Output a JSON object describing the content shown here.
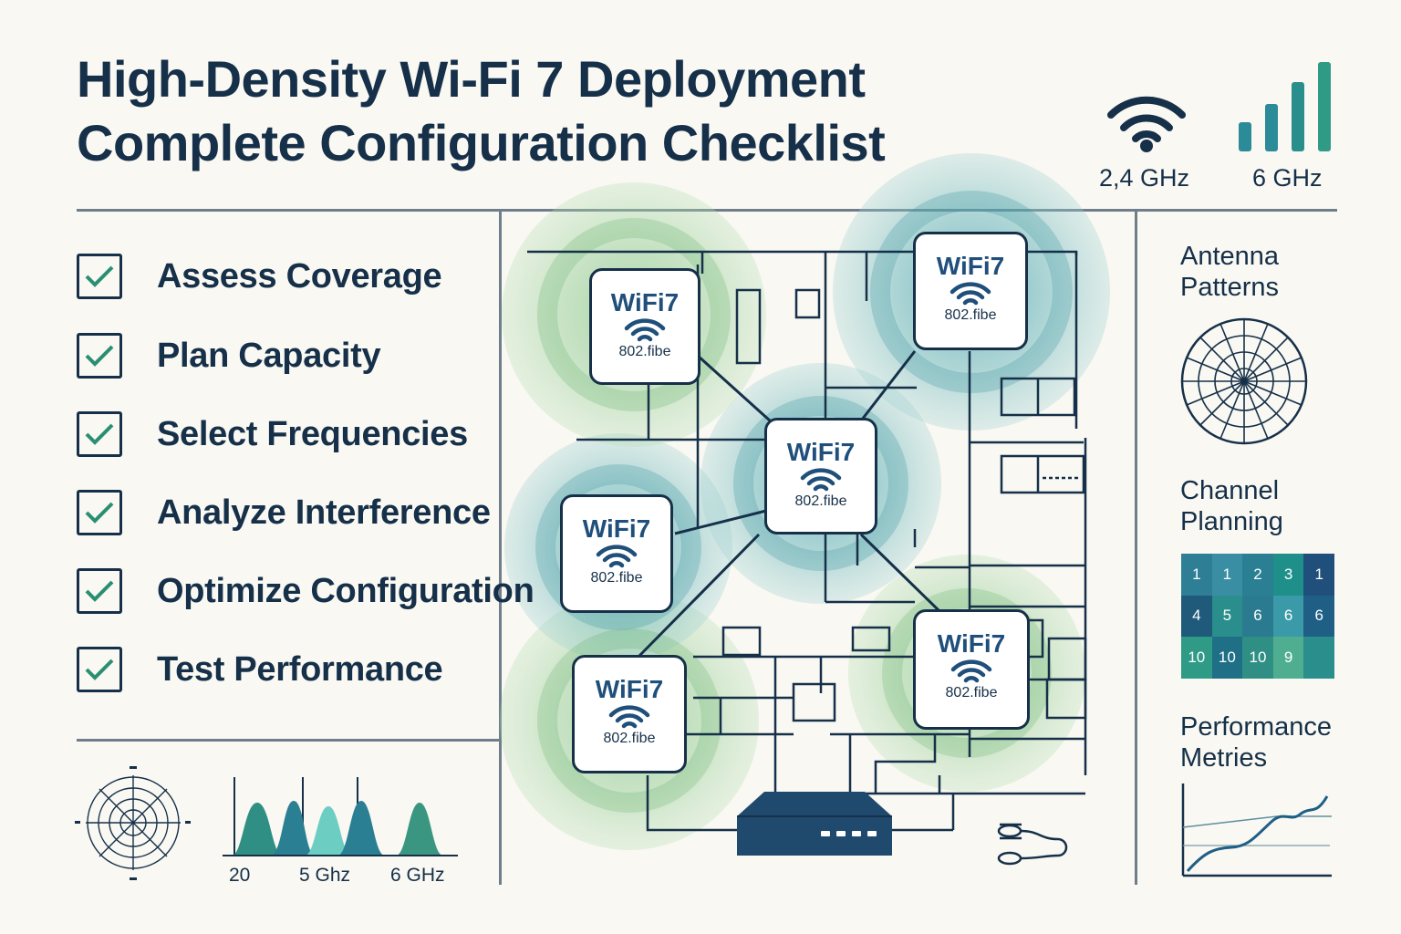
{
  "title": {
    "line1": "High-Density Wi-Fi 7 Deployment",
    "line2": "Complete Configuration Checklist"
  },
  "bands": {
    "left_label": "2,4 GHz",
    "right_label": "6 GHz",
    "left_icon": "wifi-icon",
    "right_icon": "signal-bars-icon"
  },
  "checklist": [
    {
      "label": "Assess Coverage",
      "checked": true
    },
    {
      "label": "Plan Capacity",
      "checked": true
    },
    {
      "label": "Select Frequencies",
      "checked": true
    },
    {
      "label": "Analyze Interference",
      "checked": true
    },
    {
      "label": "Optimize Configuration",
      "checked": true
    },
    {
      "label": "Test Performance",
      "checked": true
    }
  ],
  "spectrum": {
    "labels": [
      "20",
      "5 Ghz",
      "6 GHz"
    ]
  },
  "access_points": [
    {
      "name": "WiFi7",
      "standard": "802.fibe"
    },
    {
      "name": "WiFi7",
      "standard": "802.fibe"
    },
    {
      "name": "WiFi7",
      "standard": "802.fibe"
    },
    {
      "name": "WiFi7",
      "standard": "802.fibe"
    },
    {
      "name": "WiFi7",
      "standard": "802.fibe"
    },
    {
      "name": "WiFi7",
      "standard": "802.fibe"
    }
  ],
  "sidebar": {
    "antenna_title": "Antenna\nPatterns",
    "channel_title": "Channel\nPlanning",
    "performance_title": "Performance\nMetries"
  },
  "channel_grid": [
    [
      "1",
      "1",
      "2",
      "3",
      "1"
    ],
    [
      "4",
      "5",
      "6",
      "6",
      "6"
    ],
    [
      "10",
      "10",
      "10",
      "9",
      ""
    ]
  ],
  "colors": {
    "navy": "#163049",
    "teal": "#2f8f9d",
    "green": "#7cc07f",
    "background": "#f9f8f2"
  }
}
